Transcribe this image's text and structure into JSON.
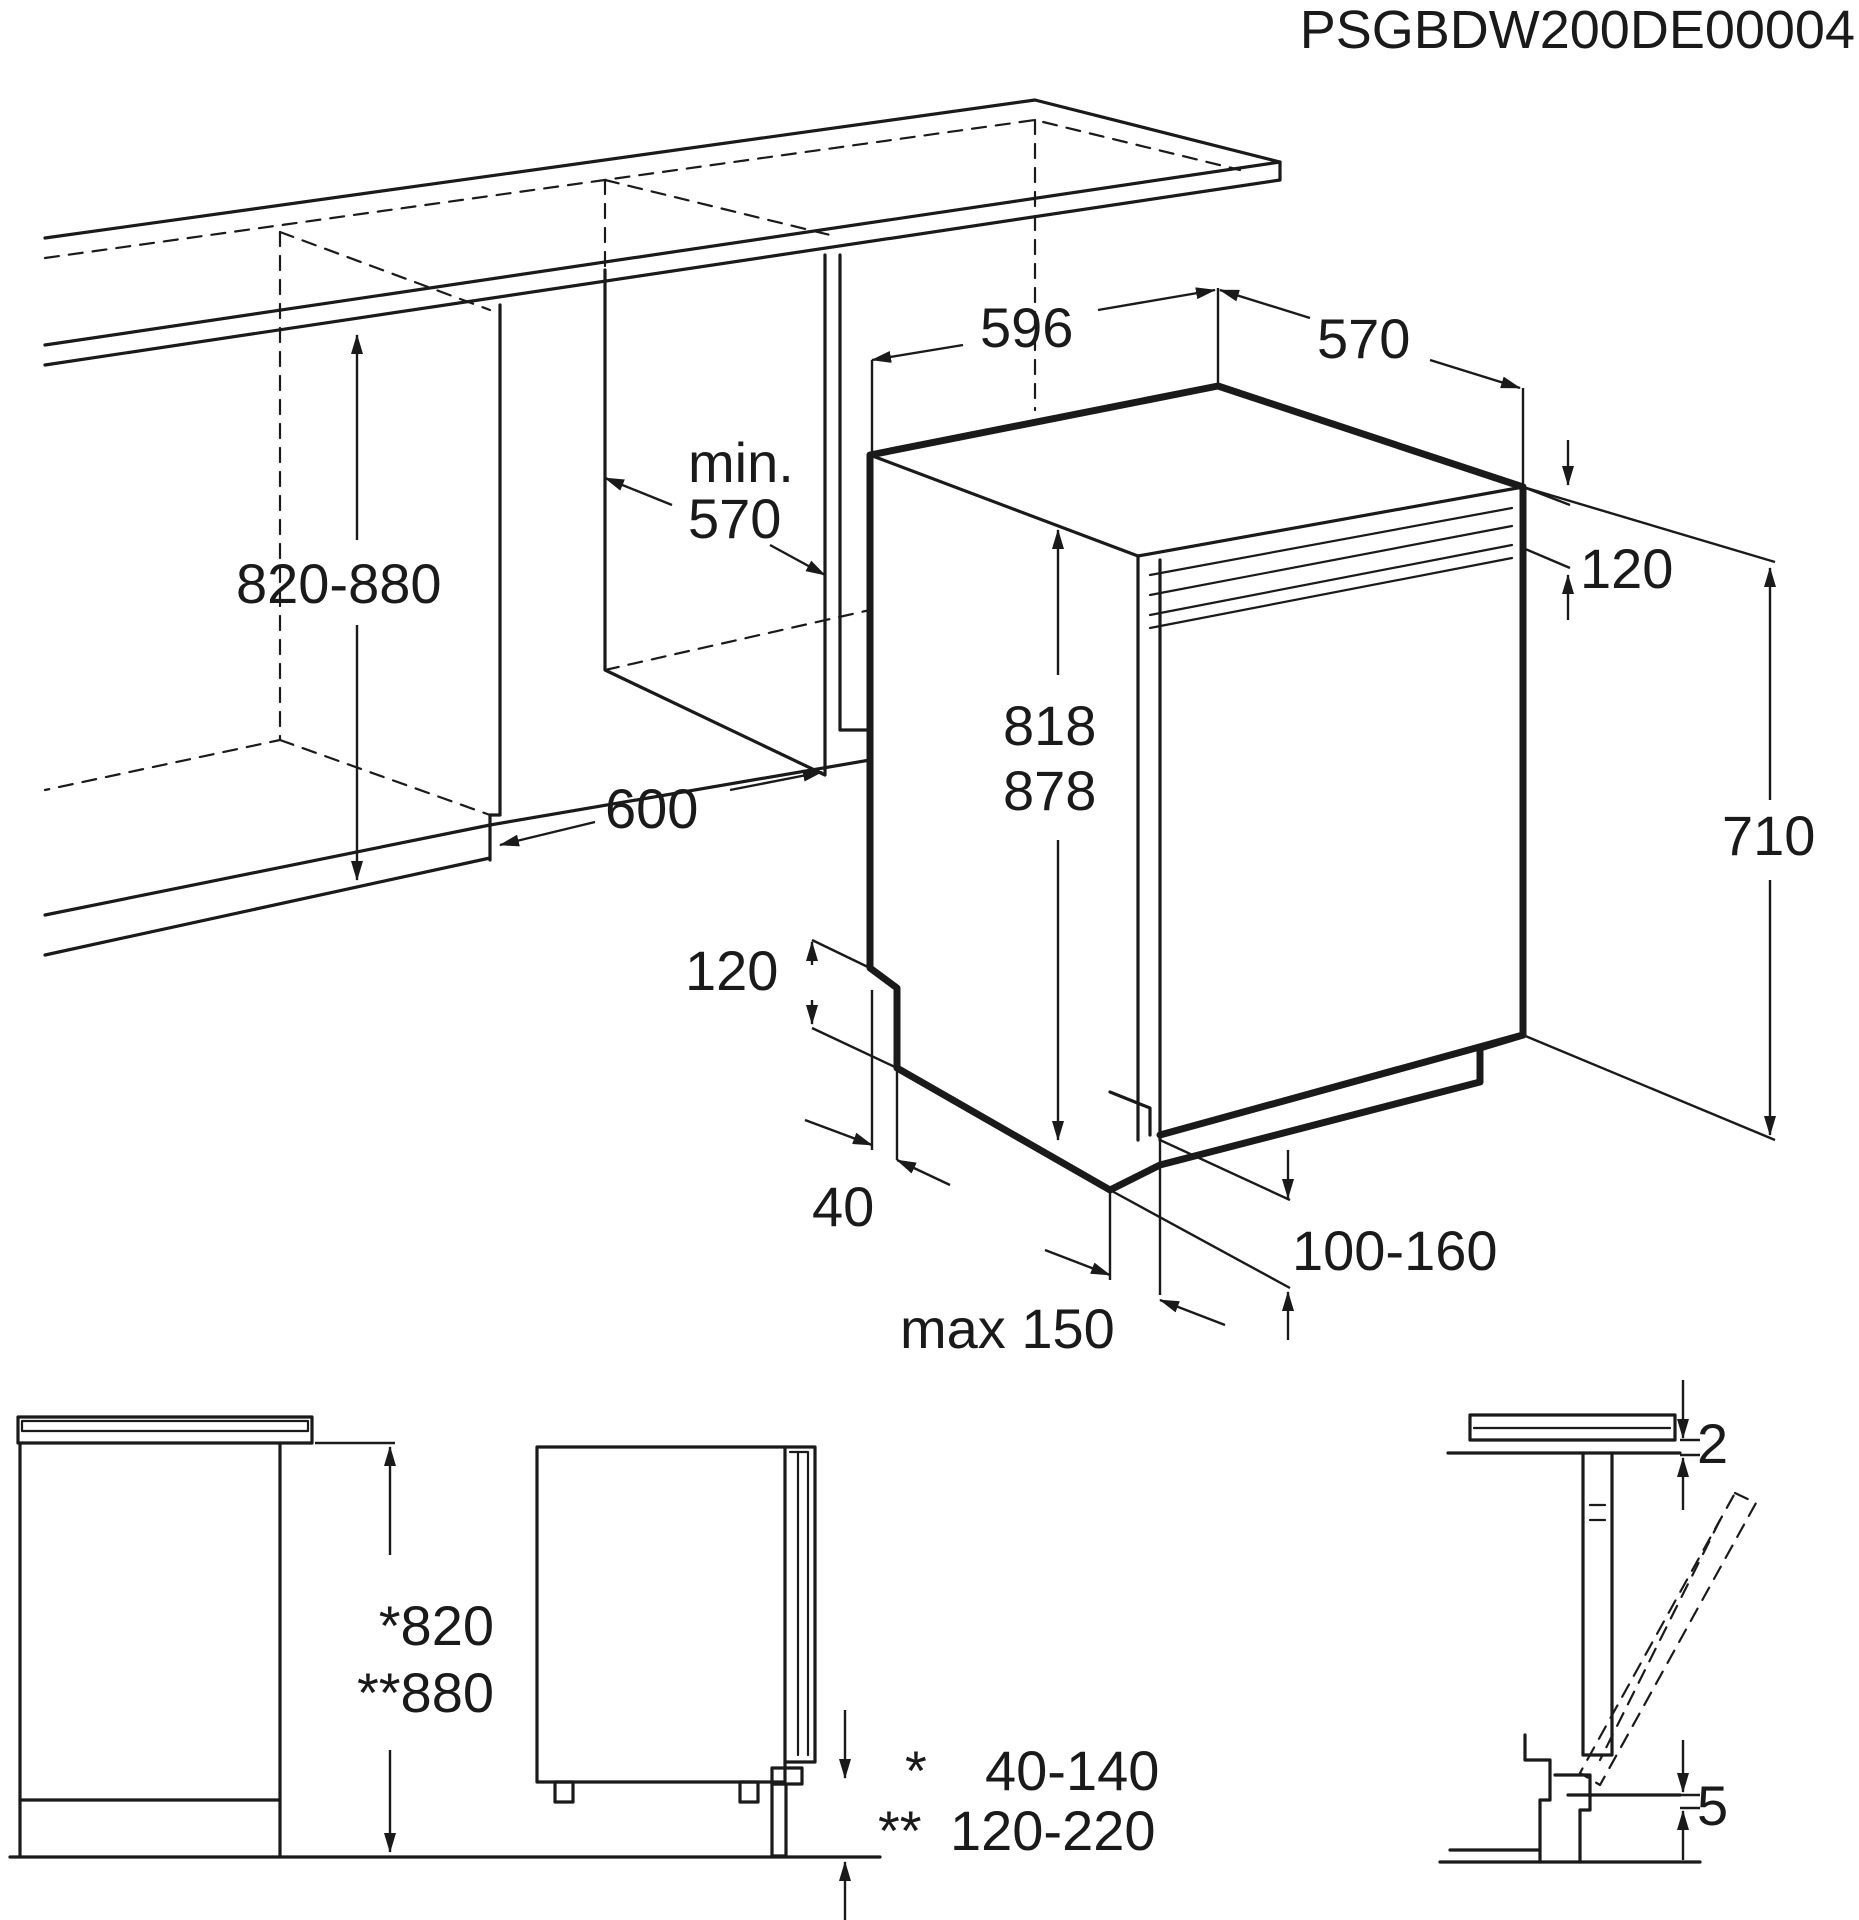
{
  "document": {
    "code": "PSGBDW200DE00004"
  },
  "main_view": {
    "appliance_width": "596",
    "appliance_depth": "570",
    "niche_height": "820-880",
    "niche_min_depth_label": "min.",
    "niche_min_depth_value": "570",
    "niche_width": "600",
    "appliance_height_1": "818",
    "appliance_height_2": "878",
    "top_panel_height": "120",
    "door_height": "710",
    "plinth_recess_height": "120",
    "plinth_offset": "40",
    "plinth_height_range": "100-160",
    "plinth_depth_max": "max 150"
  },
  "front_views": {
    "height_1": "*820",
    "height_2": "**880",
    "foot_marker_1": "*",
    "foot_range_1": "40-140",
    "foot_marker_2": "**",
    "foot_range_2": "120-220"
  },
  "detail_view": {
    "top_gap": "2",
    "bottom_gap": "5"
  }
}
